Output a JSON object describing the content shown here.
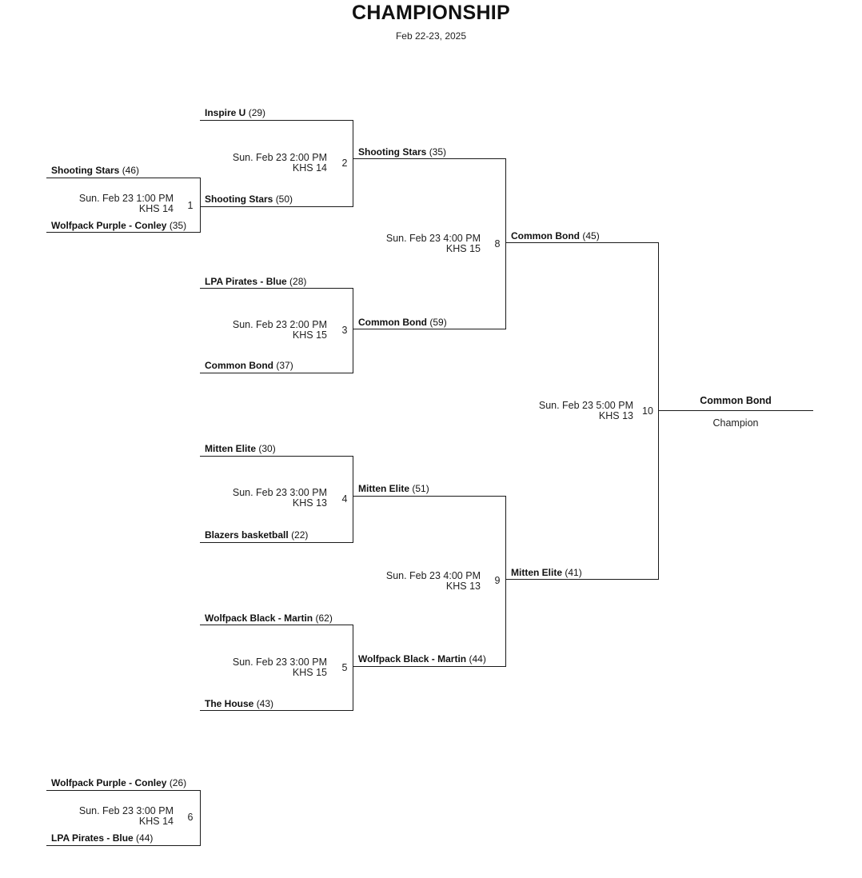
{
  "header": {
    "title": "CHAMPIONSHIP",
    "date_range": "Feb 22-23, 2025"
  },
  "games": {
    "g1": {
      "number": "1",
      "time": "Sun. Feb 23 1:00 PM",
      "court": "KHS 14",
      "top": {
        "team": "Shooting Stars",
        "score": "(46)"
      },
      "bottom": {
        "team": "Wolfpack Purple - Conley",
        "score": "(35)"
      }
    },
    "g2": {
      "number": "2",
      "time": "Sun. Feb 23 2:00 PM",
      "court": "KHS 14",
      "top": {
        "team": "Inspire U",
        "score": "(29)"
      },
      "bottom": {
        "team": "Shooting Stars",
        "score": "(50)"
      }
    },
    "g3": {
      "number": "3",
      "time": "Sun. Feb 23 2:00 PM",
      "court": "KHS 15",
      "top": {
        "team": "LPA Pirates - Blue",
        "score": "(28)"
      },
      "bottom": {
        "team": "Common Bond",
        "score": "(37)"
      }
    },
    "g4": {
      "number": "4",
      "time": "Sun. Feb 23 3:00 PM",
      "court": "KHS 13",
      "top": {
        "team": "Mitten Elite",
        "score": "(30)"
      },
      "bottom": {
        "team": "Blazers basketball",
        "score": "(22)"
      }
    },
    "g5": {
      "number": "5",
      "time": "Sun. Feb 23 3:00 PM",
      "court": "KHS 15",
      "top": {
        "team": "Wolfpack Black - Martin",
        "score": "(62)"
      },
      "bottom": {
        "team": "The House",
        "score": "(43)"
      }
    },
    "g6": {
      "number": "6",
      "time": "Sun. Feb 23 3:00 PM",
      "court": "KHS 14",
      "top": {
        "team": "Wolfpack Purple - Conley",
        "score": "(26)"
      },
      "bottom": {
        "team": "LPA Pirates - Blue",
        "score": "(44)"
      }
    },
    "g8": {
      "number": "8",
      "time": "Sun. Feb 23 4:00 PM",
      "court": "KHS 15",
      "top": {
        "team": "Shooting Stars",
        "score": "(35)"
      },
      "bottom": {
        "team": "Common Bond",
        "score": "(59)"
      }
    },
    "g9": {
      "number": "9",
      "time": "Sun. Feb 23 4:00 PM",
      "court": "KHS 13",
      "top": {
        "team": "Mitten Elite",
        "score": "(51)"
      },
      "bottom": {
        "team": "Wolfpack Black - Martin",
        "score": "(44)"
      }
    },
    "g10": {
      "number": "10",
      "time": "Sun. Feb 23 5:00 PM",
      "court": "KHS 13",
      "top": {
        "team": "Common Bond",
        "score": "(45)"
      },
      "bottom": {
        "team": "Mitten Elite",
        "score": "(41)"
      }
    }
  },
  "champion": {
    "team": "Common Bond",
    "label": "Champion"
  }
}
